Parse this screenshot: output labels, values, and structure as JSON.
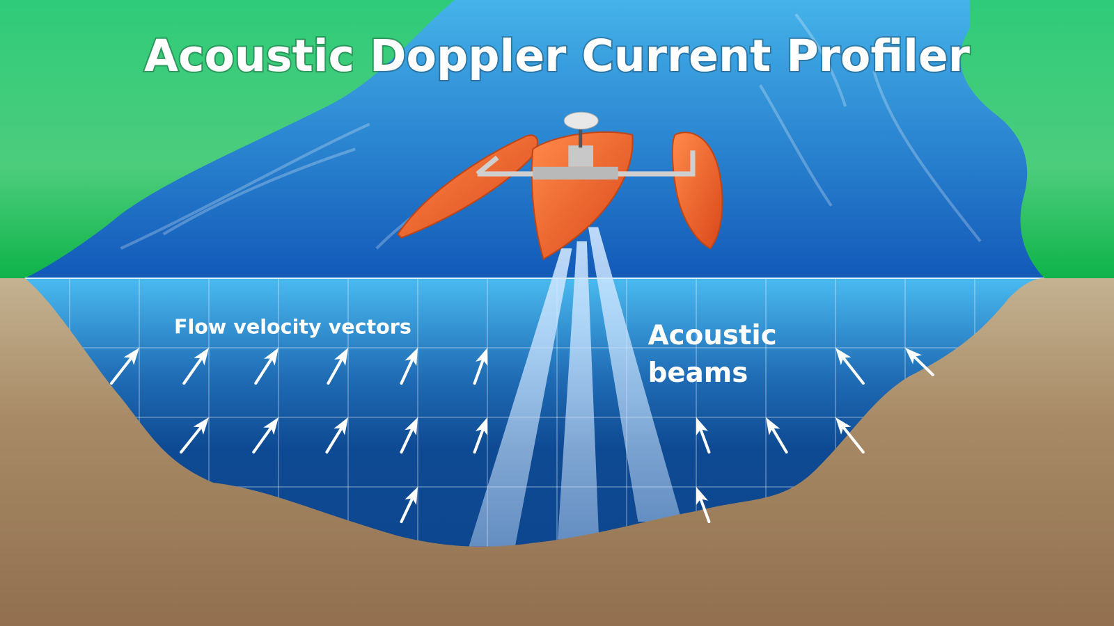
{
  "title": "Acoustic Doppler Current Profiler",
  "labels": {
    "flow_vectors": "Flow velocity vectors",
    "acoustic_line1": "Acoustic",
    "acoustic_line2": "beams"
  },
  "colors": {
    "land": "#2ecc71",
    "water_top": "#4ab8ee",
    "water_deep": "#0d4690",
    "sediment": "#9a7a58",
    "boat": "#f26a2e",
    "arrow": "#ffffff"
  }
}
